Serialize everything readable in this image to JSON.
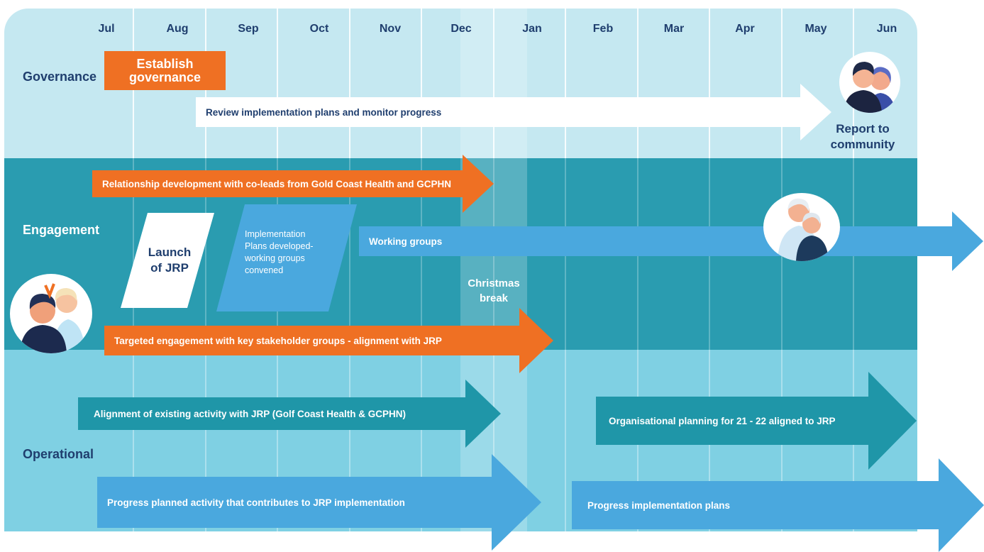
{
  "months": [
    "Jul",
    "Aug",
    "Sep",
    "Oct",
    "Nov",
    "Dec",
    "Jan",
    "Feb",
    "Mar",
    "Apr",
    "May",
    "Jun"
  ],
  "rows": {
    "governance": "Governance",
    "engagement": "Engagement",
    "operational": "Operational"
  },
  "christmas_break": "Christmas break",
  "governance": {
    "establish": "Establish governance",
    "review_arrow": "Review implementation plans and monitor progress",
    "report": "Report to community"
  },
  "engagement": {
    "relationship_arrow": "Relationship development with co-leads from Gold Coast Health and GCPHN",
    "launch": "Launch of JRP",
    "implementation_plans": "Implementation Plans developed- working groups convened",
    "working_groups_arrow": "Working groups",
    "targeted_arrow": "Targeted engagement with key stakeholder groups - alignment with JRP"
  },
  "operational": {
    "alignment_arrow": "Alignment of existing activity with JRP (Golf Coast Health & GCPHN)",
    "org_planning_arrow": "Organisational planning for 21 - 22 aligned to  JRP",
    "progress_planned_arrow": "Progress planned activity that contributes to JRP implementation",
    "progress_impl_arrow": "Progress implementation plans"
  },
  "colors": {
    "governance_band": "#c5e8f1",
    "engagement_band": "#2a9cb0",
    "operational_band": "#7fd0e3",
    "orange": "#ef7023",
    "blue": "#4aa8de",
    "teal": "#1f96a8",
    "white": "#ffffff",
    "navy": "#1f3e6e"
  },
  "icons": [
    "couple-avatar-icon",
    "elderly-couple-avatar-icon",
    "friends-avatar-icon"
  ]
}
